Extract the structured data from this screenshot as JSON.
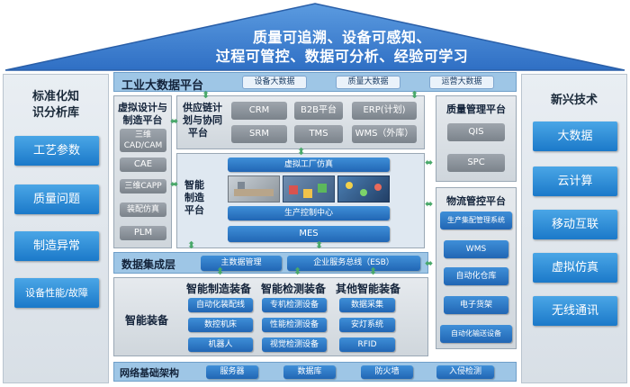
{
  "roof": {
    "line1": "质量可追溯、设备可感知、",
    "line2": "过程可管控、数据可分析、经验可学习"
  },
  "left_pillar": {
    "title_line1": "标准化知",
    "title_line2": "识分析库",
    "items": [
      "工艺参数",
      "质量问题",
      "制造异常",
      "设备性能/故障"
    ]
  },
  "right_pillar": {
    "title": "新兴技术",
    "items": [
      "大数据",
      "云计算",
      "移动互联",
      "虚拟仿真",
      "无线通讯"
    ]
  },
  "industrial_platform": {
    "title": "工业大数据平台",
    "tabs": [
      "设备大数据",
      "质量大数据",
      "运营大数据"
    ]
  },
  "virtual_design": {
    "title_line1": "虚拟设计与",
    "title_line2": "制造平台",
    "items": [
      "三维CAD/CAM",
      "CAE",
      "三维CAPP",
      "装配仿真",
      "PLM"
    ]
  },
  "supply_chain": {
    "title_line1": "供应链计",
    "title_line2": "划与协同",
    "title_line3": "平台",
    "items": [
      "CRM",
      "B2B平台",
      "ERP(计划)",
      "SRM",
      "TMS",
      "WMS（外库）"
    ]
  },
  "smart_manufacturing": {
    "title_line1": "智能",
    "title_line2": "制造",
    "title_line3": "平台",
    "virtual_factory": "虚拟工厂仿真",
    "production_center": "生产控制中心",
    "mes": "MES"
  },
  "quality_platform": {
    "title": "质量管理平台",
    "items": [
      "QIS",
      "SPC"
    ]
  },
  "logistics_platform": {
    "title": "物流管控平台",
    "items": [
      "生产集配管理系统",
      "WMS",
      "自动化仓库",
      "电子货架",
      "自动化输送设备"
    ]
  },
  "data_integration": {
    "title": "数据集成层",
    "items": [
      "主数据管理",
      "企业服务总线（ESB）"
    ]
  },
  "smart_equipment": {
    "title": "智能装备",
    "columns": [
      {
        "header": "智能制造装备",
        "items": [
          "自动化装配线",
          "数控机床",
          "机器人"
        ]
      },
      {
        "header": "智能检测装备",
        "items": [
          "专机检测设备",
          "性能检测设备",
          "视觉检测设备"
        ]
      },
      {
        "header": "其他智能装备",
        "items": [
          "数据采集",
          "安灯系统",
          "RFID"
        ]
      }
    ]
  },
  "network": {
    "title": "网络基础架构",
    "items": [
      "服务器",
      "数据库",
      "防火墙",
      "入侵检测"
    ]
  },
  "colors": {
    "roof": "#3f7fd0",
    "tile_blue": "#1b79c9",
    "arrow_green": "#49a86a"
  }
}
